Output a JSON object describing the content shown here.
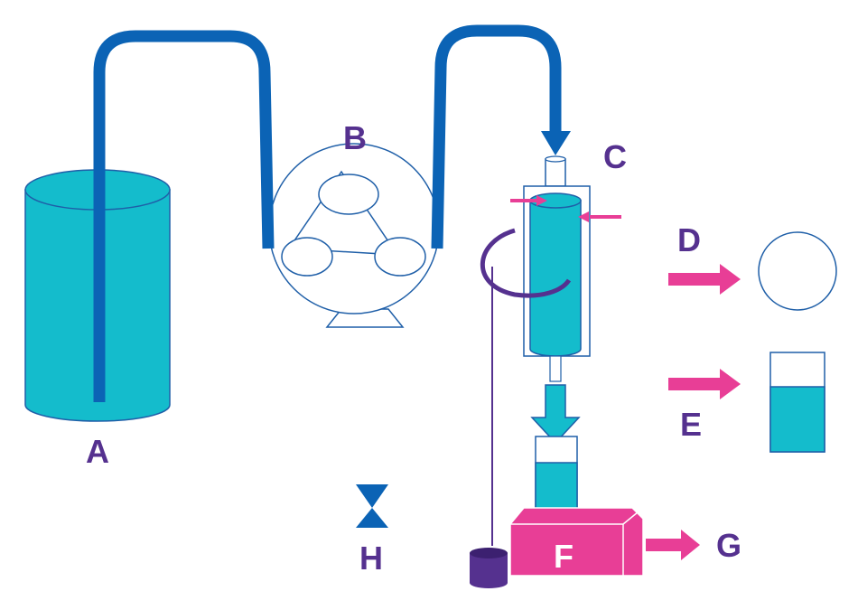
{
  "labels": {
    "a": "A",
    "b": "B",
    "c": "C",
    "d": "D",
    "e": "E",
    "f": "F",
    "g": "G",
    "h": "H"
  },
  "colors": {
    "tube": "#0b63b5",
    "liquid": "#14bccc",
    "outline": "#1f5fa8",
    "label": "#55318f",
    "magenta": "#e83e96",
    "background": "#ffffff"
  }
}
